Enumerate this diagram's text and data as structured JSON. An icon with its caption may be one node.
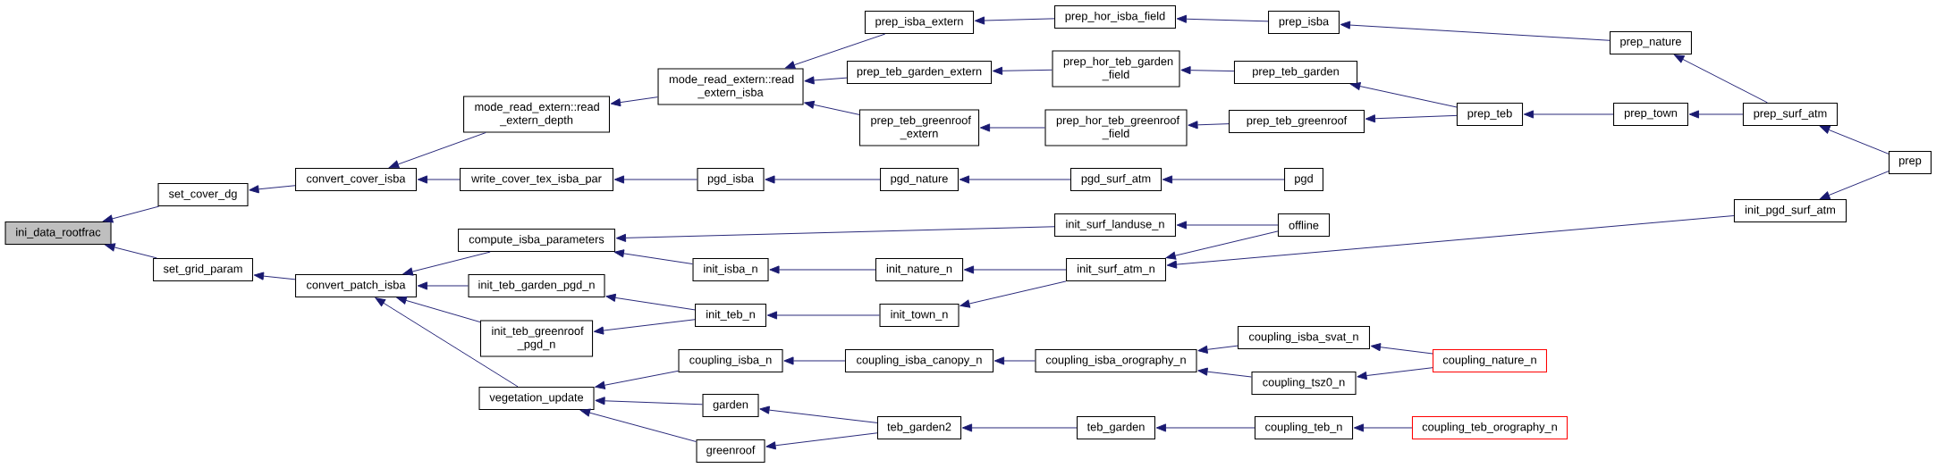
{
  "diagram": {
    "nodes": [
      {
        "text": [
          "ini_data_rootfrac"
        ]
      },
      {
        "text": [
          "set_cover_dg"
        ]
      },
      {
        "text": [
          "set_grid_param"
        ]
      },
      {
        "text": [
          "convert_cover_isba"
        ]
      },
      {
        "text": [
          "convert_patch_isba"
        ]
      },
      {
        "text": [
          "mode_read_extern::read _extern_depth"
        ]
      },
      {
        "text": [
          "write_cover_tex_isba_par"
        ]
      },
      {
        "text": [
          "compute_isba_parameters"
        ]
      },
      {
        "text": [
          "init_teb_garden_pgd_n"
        ]
      },
      {
        "text": [
          "init_teb_greenroof _pgd_n"
        ]
      },
      {
        "text": [
          "vegetation_update"
        ]
      },
      {
        "text": [
          "mode_read_extern::read _extern_isba"
        ]
      },
      {
        "text": [
          "prep_isba_extern"
        ]
      },
      {
        "text": [
          "prep_teb_garden_extern"
        ]
      },
      {
        "text": [
          "prep_teb_greenroof _extern"
        ]
      },
      {
        "text": [
          "pgd_isba"
        ]
      },
      {
        "text": [
          "prep_hor_isba_field"
        ]
      },
      {
        "text": [
          "prep_hor_teb_garden _field"
        ]
      },
      {
        "text": [
          "prep_hor_teb_greenroof _field"
        ]
      },
      {
        "text": [
          "pgd_nature"
        ]
      },
      {
        "text": [
          "pgd_surf_atm"
        ]
      },
      {
        "text": [
          "init_surf_landuse_n"
        ]
      },
      {
        "text": [
          "init_isba_n"
        ]
      },
      {
        "text": [
          "init_nature_n"
        ]
      },
      {
        "text": [
          "init_surf_atm_n"
        ]
      },
      {
        "text": [
          "init_teb_n"
        ]
      },
      {
        "text": [
          "init_town_n"
        ]
      },
      {
        "text": [
          "coupling_isba_n"
        ]
      },
      {
        "text": [
          "coupling_isba_canopy_n"
        ]
      },
      {
        "text": [
          "coupling_isba_orography_n"
        ]
      },
      {
        "text": [
          "garden"
        ]
      },
      {
        "text": [
          "greenroof"
        ]
      },
      {
        "text": [
          "teb_garden2"
        ]
      },
      {
        "text": [
          "teb_garden"
        ]
      },
      {
        "text": [
          "prep_isba"
        ]
      },
      {
        "text": [
          "prep_teb_garden"
        ]
      },
      {
        "text": [
          "prep_teb_greenroof"
        ]
      },
      {
        "text": [
          "pgd"
        ]
      },
      {
        "text": [
          "offline"
        ]
      },
      {
        "text": [
          "prep_teb"
        ]
      },
      {
        "text": [
          "prep_nature"
        ]
      },
      {
        "text": [
          "prep_town"
        ]
      },
      {
        "text": [
          "prep_surf_atm"
        ]
      },
      {
        "text": [
          "prep"
        ]
      },
      {
        "text": [
          "init_pgd_surf_atm"
        ]
      },
      {
        "text": [
          "coupling_isba_svat_n"
        ]
      },
      {
        "text": [
          "coupling_tsz0_n"
        ]
      },
      {
        "text": [
          "coupling_teb_n"
        ]
      },
      {
        "text": [
          "coupling_nature_n"
        ]
      },
      {
        "text": [
          "coupling_teb_orography_n"
        ]
      }
    ],
    "edges": [
      {
        "from": 1,
        "to": 0,
        "arrow": "to"
      },
      {
        "from": 2,
        "to": 0,
        "arrow": "to"
      },
      {
        "from": 3,
        "to": 1,
        "arrow": "to"
      },
      {
        "from": 4,
        "to": 2,
        "arrow": "to"
      },
      {
        "from": 5,
        "to": 3,
        "arrow": "to"
      },
      {
        "from": 6,
        "to": 3,
        "arrow": "to"
      },
      {
        "from": 7,
        "to": 4,
        "arrow": "to"
      },
      {
        "from": 8,
        "to": 4,
        "arrow": "to"
      },
      {
        "from": 9,
        "to": 4,
        "arrow": "to"
      },
      {
        "from": 10,
        "to": 4,
        "arrow": "to"
      },
      {
        "from": 11,
        "to": 5,
        "arrow": "to"
      },
      {
        "from": 15,
        "to": 6,
        "arrow": "to"
      },
      {
        "from": 21,
        "to": 7,
        "arrow": "to"
      },
      {
        "from": 22,
        "to": 7,
        "arrow": "to"
      },
      {
        "from": 25,
        "to": 8,
        "arrow": "to"
      },
      {
        "from": 25,
        "to": 9,
        "arrow": "to"
      },
      {
        "from": 27,
        "to": 10,
        "arrow": "to"
      },
      {
        "from": 30,
        "to": 10,
        "arrow": "to"
      },
      {
        "from": 31,
        "to": 10,
        "arrow": "to"
      },
      {
        "from": 12,
        "to": 11,
        "arrow": "to"
      },
      {
        "from": 13,
        "to": 11,
        "arrow": "to"
      },
      {
        "from": 14,
        "to": 11,
        "arrow": "to"
      },
      {
        "from": 16,
        "to": 12,
        "arrow": "to"
      },
      {
        "from": 17,
        "to": 13,
        "arrow": "to"
      },
      {
        "from": 18,
        "to": 14,
        "arrow": "to"
      },
      {
        "from": 19,
        "to": 15,
        "arrow": "to"
      },
      {
        "from": 20,
        "to": 19,
        "arrow": "to"
      },
      {
        "from": 37,
        "to": 20,
        "arrow": "to"
      },
      {
        "from": 34,
        "to": 16,
        "arrow": "to"
      },
      {
        "from": 35,
        "to": 17,
        "arrow": "to"
      },
      {
        "from": 36,
        "to": 18,
        "arrow": "to"
      },
      {
        "from": 40,
        "to": 34,
        "arrow": "to"
      },
      {
        "from": 39,
        "to": 35,
        "arrow": "to"
      },
      {
        "from": 39,
        "to": 36,
        "arrow": "to"
      },
      {
        "from": 41,
        "to": 39,
        "arrow": "to"
      },
      {
        "from": 42,
        "to": 41,
        "arrow": "to"
      },
      {
        "from": 42,
        "to": 40,
        "arrow": "to"
      },
      {
        "from": 43,
        "to": 42,
        "arrow": "to"
      },
      {
        "from": 43,
        "to": 44,
        "arrow": "to"
      },
      {
        "from": 38,
        "to": 21,
        "arrow": "to"
      },
      {
        "from": 38,
        "to": 24,
        "arrow": "to"
      },
      {
        "from": 44,
        "to": 24,
        "arrow": "to"
      },
      {
        "from": 23,
        "to": 22,
        "arrow": "to"
      },
      {
        "from": 24,
        "to": 23,
        "arrow": "to"
      },
      {
        "from": 26,
        "to": 25,
        "arrow": "to"
      },
      {
        "from": 24,
        "to": 26,
        "arrow": "to"
      },
      {
        "from": 28,
        "to": 27,
        "arrow": "to"
      },
      {
        "from": 29,
        "to": 28,
        "arrow": "to"
      },
      {
        "from": 45,
        "to": 29,
        "arrow": "to"
      },
      {
        "from": 46,
        "to": 29,
        "arrow": "to"
      },
      {
        "from": 48,
        "to": 45,
        "arrow": "to"
      },
      {
        "from": 48,
        "to": 46,
        "arrow": "to"
      },
      {
        "from": 32,
        "to": 30,
        "arrow": "to"
      },
      {
        "from": 32,
        "to": 31,
        "arrow": "to"
      },
      {
        "from": 33,
        "to": 32,
        "arrow": "to"
      },
      {
        "from": 47,
        "to": 33,
        "arrow": "to"
      },
      {
        "from": 49,
        "to": 47,
        "arrow": "to"
      }
    ]
  }
}
